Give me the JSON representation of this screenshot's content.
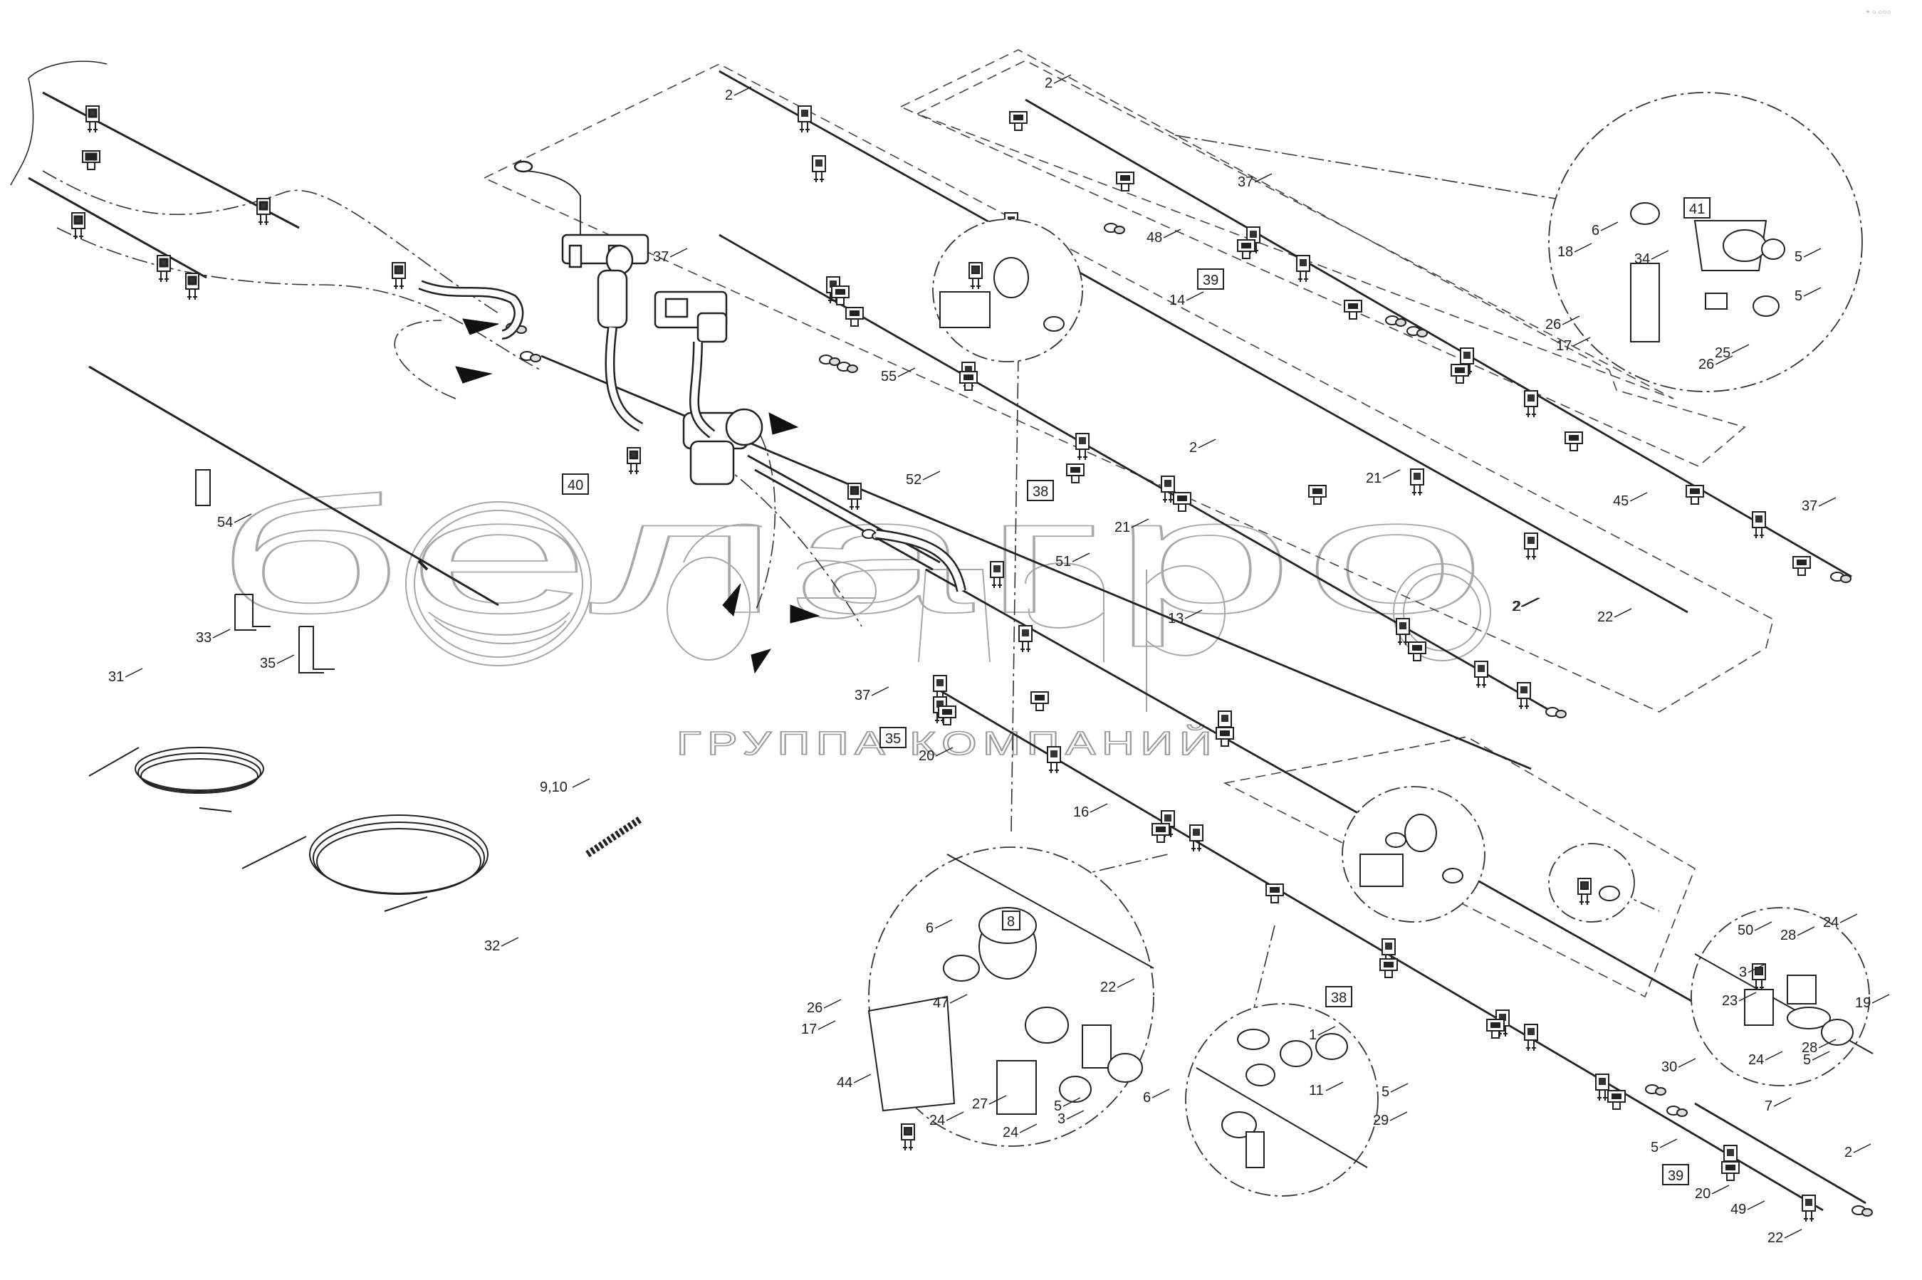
{
  "watermark": {
    "logo_text": "белагро",
    "tagline": "ГРУППА КОМПАНИЙ"
  },
  "corner_mark": "+ ○ ○○○",
  "boxed_callouts": [
    "41",
    "39",
    "38",
    "40",
    "35",
    "8",
    "38",
    "39"
  ],
  "callouts": [
    "2",
    "37",
    "14",
    "37",
    "39",
    "6",
    "5",
    "18",
    "34",
    "26",
    "17",
    "5",
    "25",
    "26",
    "55",
    "2",
    "21",
    "21",
    "45",
    "37",
    "52",
    "51",
    "2",
    "22",
    "54",
    "13",
    "33",
    "35",
    "37",
    "20",
    "16",
    "31",
    "9,10",
    "32",
    "6",
    "47",
    "22",
    "26",
    "17",
    "44",
    "27",
    "24",
    "24",
    "5",
    "3",
    "6",
    "1",
    "11",
    "5",
    "29",
    "24",
    "50",
    "28",
    "3",
    "23",
    "19",
    "28",
    "24",
    "5",
    "30",
    "7",
    "5",
    "20",
    "2",
    "49",
    "22",
    "2",
    "48"
  ]
}
